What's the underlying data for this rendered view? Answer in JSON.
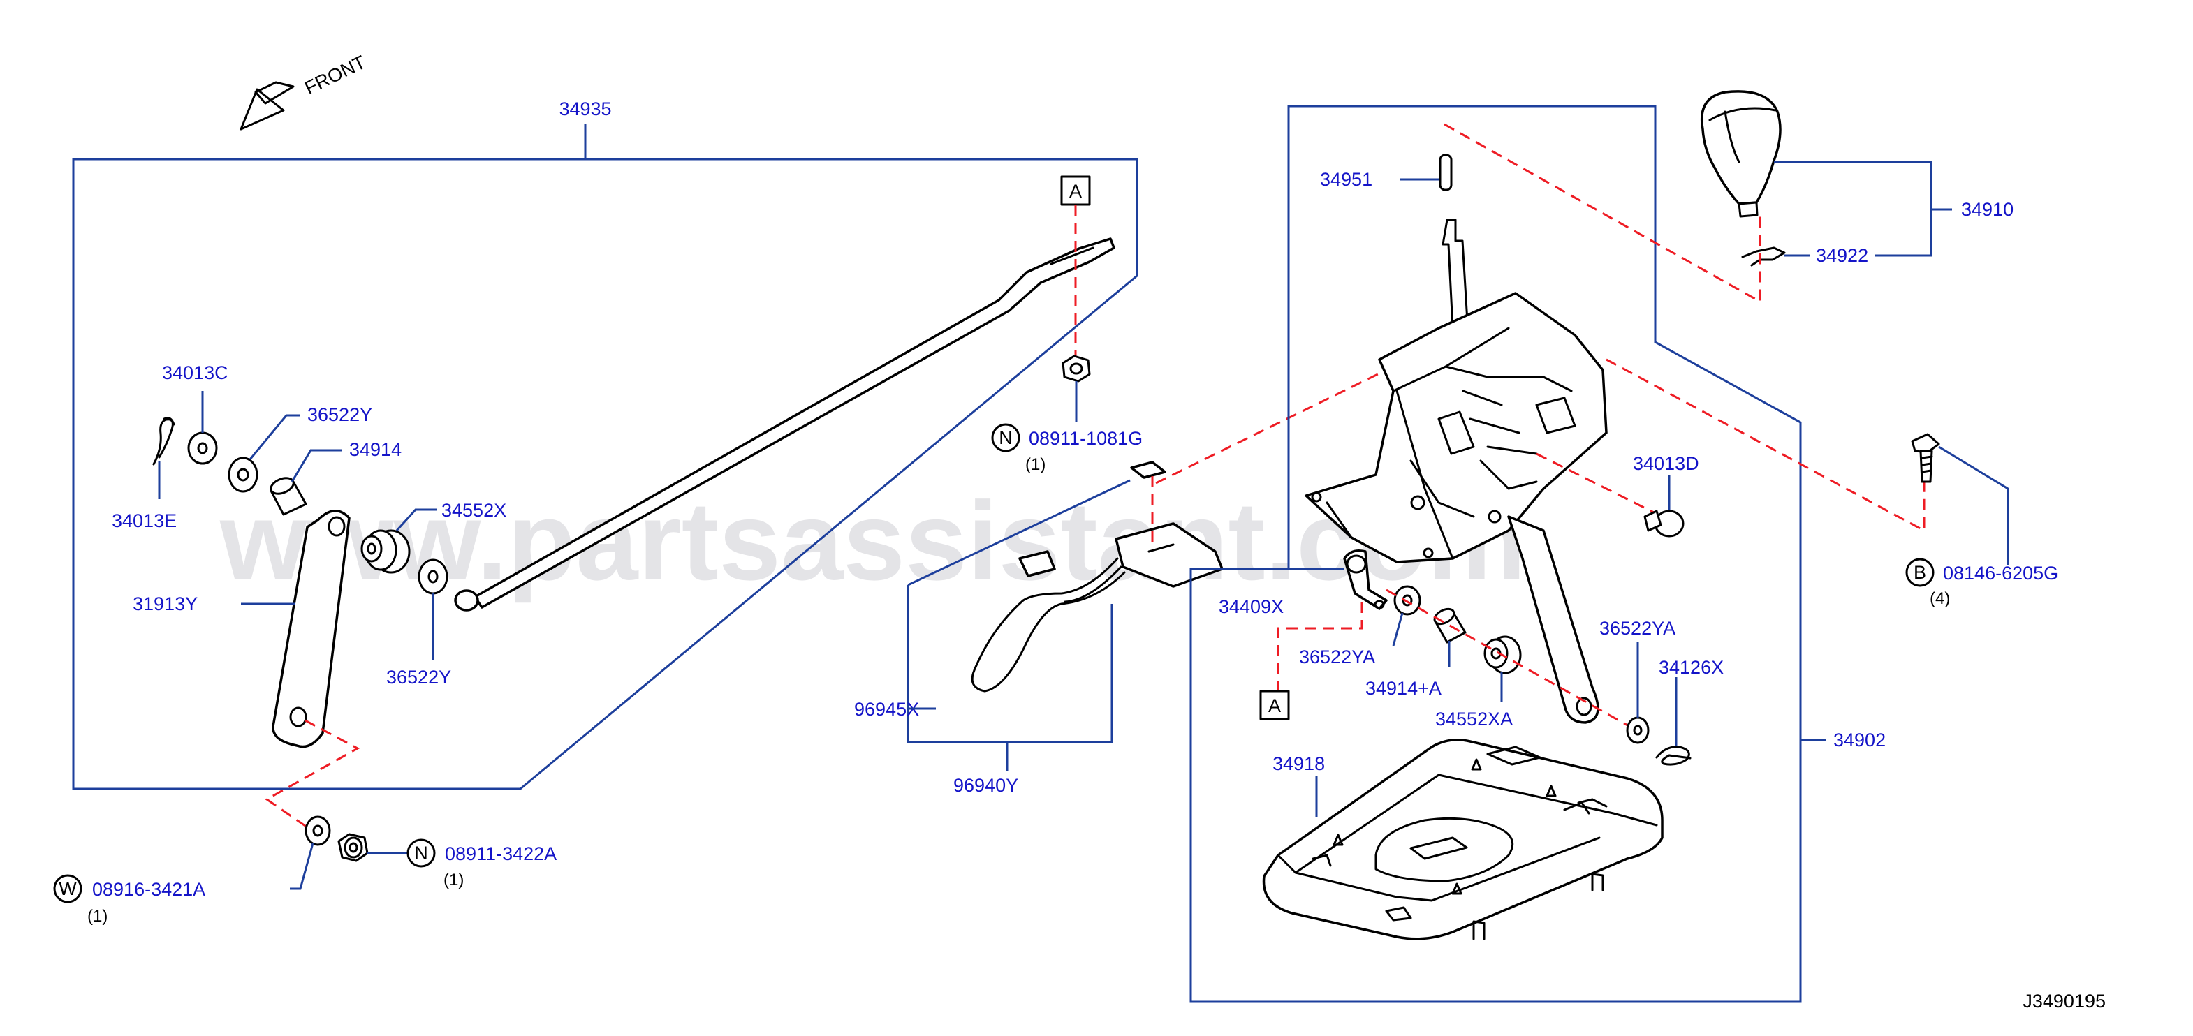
{
  "diagram": {
    "reference_code": "J3490195",
    "direction_label": "FRONT",
    "watermark": "www.partsassistant.com",
    "ref_marker": "A",
    "labels": {
      "p34935": "34935",
      "p34013C": "34013C",
      "p36522Y_a": "36522Y",
      "p34914": "34914",
      "p34013E": "34013E",
      "p34552X": "34552X",
      "p31913Y": "31913Y",
      "p36522Y_b": "36522Y",
      "p08911_1081G": "08911-1081G",
      "p08911_3422A": "08911-3422A",
      "p08916_3421A": "08916-3421A",
      "p96945X": "96945X",
      "p96940Y": "96940Y",
      "p34951": "34951",
      "p34910": "34910",
      "p34922": "34922",
      "p34013D": "34013D",
      "p08146_6205G": "08146-6205G",
      "p34409X": "34409X",
      "p36522YA_a": "36522YA",
      "p36522YA_b": "36522YA",
      "p34914A": "34914+A",
      "p34552XA": "34552XA",
      "p34126X": "34126X",
      "p34902": "34902",
      "p34918": "34918"
    },
    "prefix_circles": {
      "n1": "N",
      "n2": "N",
      "w1": "W",
      "b1": "B"
    },
    "quantities": {
      "q08911_1081G": "(1)",
      "q08911_3422A": "(1)",
      "q08916_3421A": "(1)",
      "q08146_6205G": "(4)"
    }
  }
}
